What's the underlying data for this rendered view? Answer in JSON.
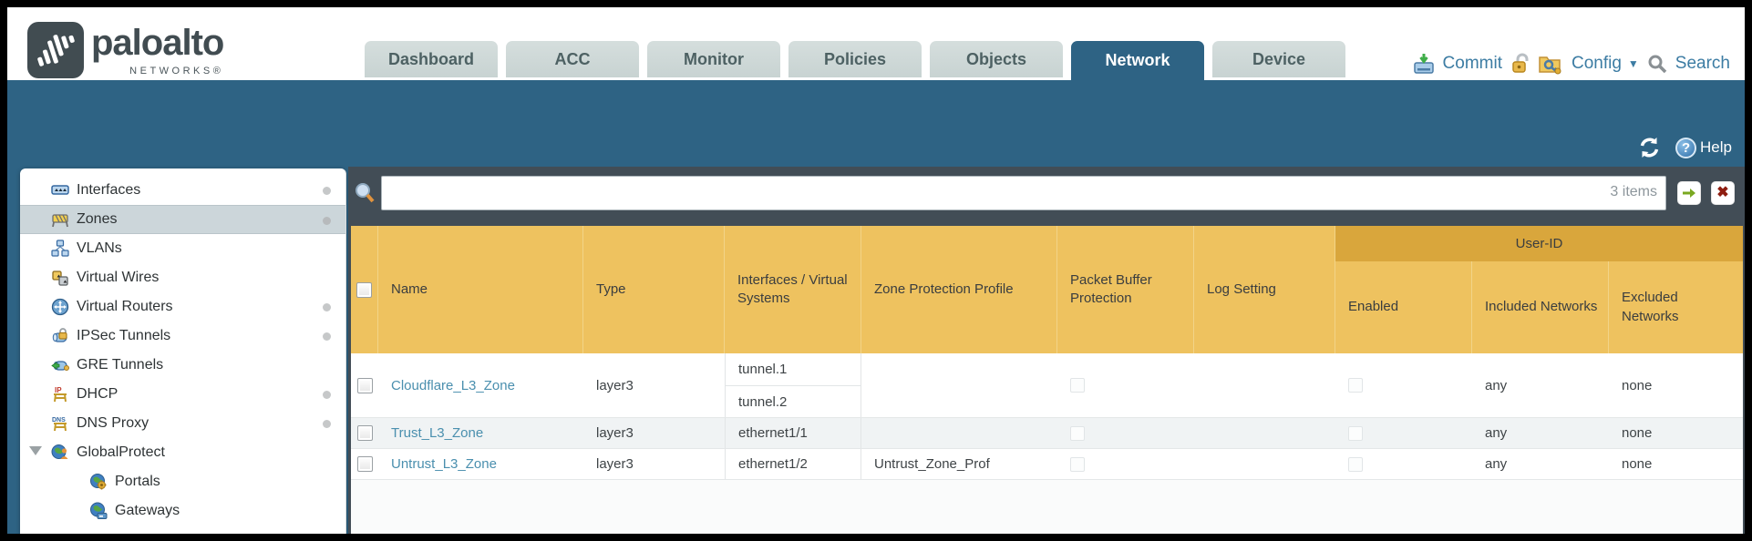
{
  "brand": {
    "name": "paloalto",
    "sub": "NETWORKS®"
  },
  "tabs": [
    {
      "label": "Dashboard",
      "active": false
    },
    {
      "label": "ACC",
      "active": false
    },
    {
      "label": "Monitor",
      "active": false
    },
    {
      "label": "Policies",
      "active": false
    },
    {
      "label": "Objects",
      "active": false
    },
    {
      "label": "Network",
      "active": true
    },
    {
      "label": "Device",
      "active": false
    }
  ],
  "toolbar": {
    "commit_label": "Commit",
    "config_label": "Config",
    "search_label": "Search"
  },
  "banner": {
    "help_label": "Help"
  },
  "sidebar": {
    "items": [
      {
        "label": "Interfaces",
        "dot": true
      },
      {
        "label": "Zones",
        "dot": true,
        "selected": true
      },
      {
        "label": "VLANs",
        "dot": false
      },
      {
        "label": "Virtual Wires",
        "dot": false
      },
      {
        "label": "Virtual Routers",
        "dot": true
      },
      {
        "label": "IPSec Tunnels",
        "dot": true
      },
      {
        "label": "GRE Tunnels",
        "dot": false
      },
      {
        "label": "DHCP",
        "dot": true
      },
      {
        "label": "DNS Proxy",
        "dot": true
      },
      {
        "label": "GlobalProtect",
        "dot": false,
        "expanded": true
      },
      {
        "label": "Portals",
        "dot": false,
        "child": true
      },
      {
        "label": "Gateways",
        "dot": false,
        "child": true
      }
    ]
  },
  "filter": {
    "count": "3 items",
    "value": ""
  },
  "table": {
    "user_id_group": "User-ID",
    "columns": {
      "name": "Name",
      "type": "Type",
      "interfaces": "Interfaces / Virtual Systems",
      "zone_protection": "Zone Protection Profile",
      "packet_buffer": "Packet Buffer Protection",
      "log_setting": "Log Setting",
      "enabled": "Enabled",
      "included": "Included Networks",
      "excluded": "Excluded Networks"
    },
    "rows": [
      {
        "name": "Cloudflare_L3_Zone",
        "type": "layer3",
        "interfaces": [
          "tunnel.1",
          "tunnel.2"
        ],
        "zone_protection": "",
        "log_setting": "",
        "included": "any",
        "excluded": "none"
      },
      {
        "name": "Trust_L3_Zone",
        "type": "layer3",
        "interfaces": [
          "ethernet1/1"
        ],
        "zone_protection": "",
        "log_setting": "",
        "included": "any",
        "excluded": "none"
      },
      {
        "name": "Untrust_L3_Zone",
        "type": "layer3",
        "interfaces": [
          "ethernet1/2"
        ],
        "zone_protection": "Untrust_Zone_Prof",
        "log_setting": "",
        "included": "any",
        "excluded": "none"
      }
    ]
  },
  "colors": {
    "teal_band": "#2e6384",
    "header_amber": "#eec25f",
    "user_id_band": "#d9a63c",
    "slate": "#424d56",
    "link_blue": "#4a8fae",
    "toolbar_blue": "#3c7ca3"
  }
}
